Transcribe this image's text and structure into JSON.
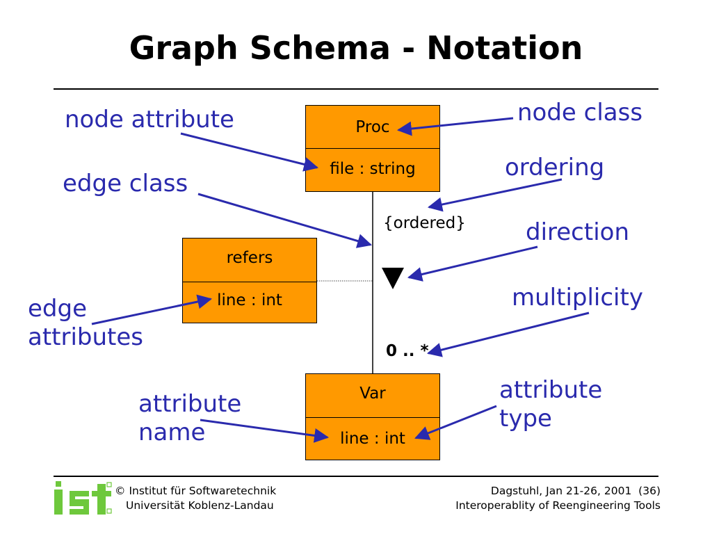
{
  "title": "Graph Schema - Notation",
  "colors": {
    "box_fill": "#ff9900",
    "label_blue": "#2a2aad",
    "logo_green": "#6ec83c"
  },
  "nodes": {
    "proc": {
      "name": "Proc",
      "attribute": "file : string"
    },
    "refers": {
      "name": "refers",
      "attribute": "line : int"
    },
    "var": {
      "name": "Var",
      "attribute": "line : int"
    }
  },
  "edge": {
    "ordering_text": "{ordered}",
    "multiplicity_text": "0 .. *",
    "direction_icon": "down-triangle-icon"
  },
  "labels": {
    "node_attribute": "node attribute",
    "node_class": "node class",
    "edge_class": "edge class",
    "ordering": "ordering",
    "direction": "direction",
    "multiplicity": "multiplicity",
    "edge_attributes_line1": "edge",
    "edge_attributes_line2": "attributes",
    "attribute_name_line1": "attribute",
    "attribute_name_line2": "name",
    "attribute_type_line1": "attribute",
    "attribute_type_line2": "type"
  },
  "footer": {
    "logo_text": "ist",
    "copyright_symbol": "©",
    "institute": "Institut für Softwaretechnik",
    "university": "Universität Koblenz-Landau",
    "event": "Dagstuhl, Jan 21-26, 2001",
    "page": "(36)",
    "subtitle": "Interoperablity of Reengineering Tools"
  }
}
